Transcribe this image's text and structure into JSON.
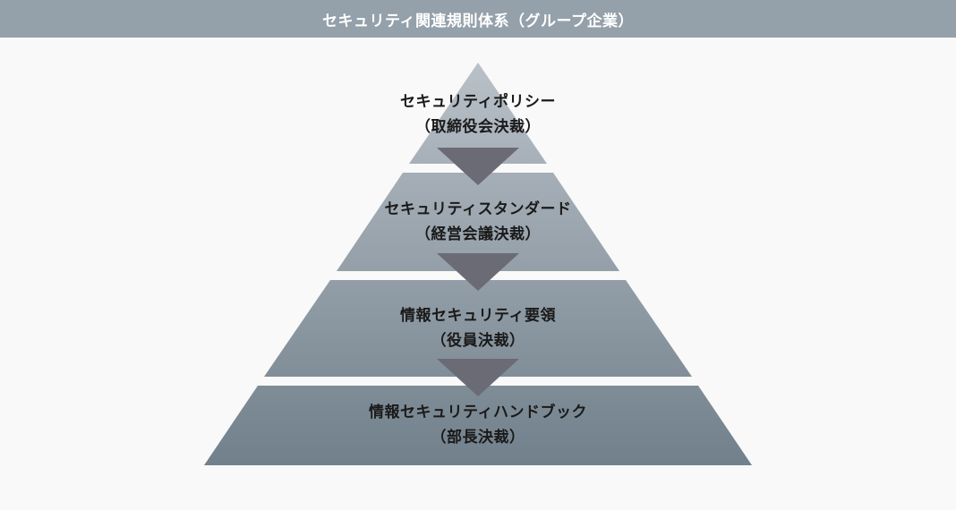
{
  "header": {
    "title": "セキュリティ関連規則体系（グループ企業）"
  },
  "pyramid": {
    "tiers": [
      {
        "name": "セキュリティポリシー",
        "approval": "（取締役会決裁）"
      },
      {
        "name": "セキュリティスタンダード",
        "approval": "（経営会議決裁）"
      },
      {
        "name": "情報セキュリティ要領",
        "approval": "（役員決裁）"
      },
      {
        "name": "情報セキュリティハンドブック",
        "approval": "（部長決裁）"
      }
    ],
    "arrow_icon": "down-arrow"
  },
  "colors": {
    "background": "#f8f9f8",
    "header_bg": "#94a0aa",
    "header_text": "#ffffff",
    "label_text": "#1a1a1a",
    "pyramid_gradient_top": "#b9c0c8",
    "pyramid_gradient_bottom": "#71808b",
    "arrow": "#6b6b75"
  }
}
